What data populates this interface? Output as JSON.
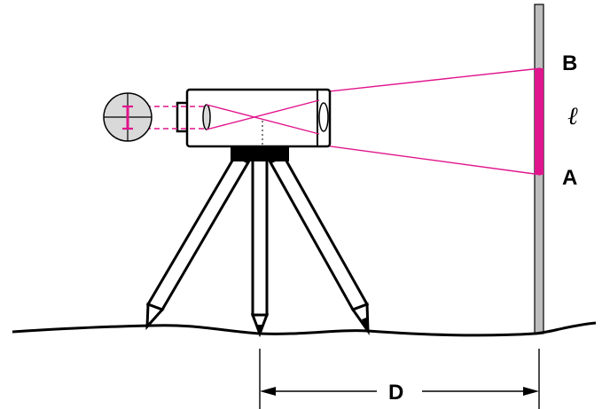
{
  "labels": {
    "point_b": "B",
    "length": "ℓ",
    "point_a": "A",
    "distance": "D"
  },
  "colors": {
    "sight_lines": "#e0148c",
    "staff_segment": "#e0148c",
    "staff": "#bdbdbd",
    "eyepiece": "#d9d9d9",
    "outline": "#000000"
  },
  "icons": {
    "reticle": "crosshair-reticle-icon"
  }
}
